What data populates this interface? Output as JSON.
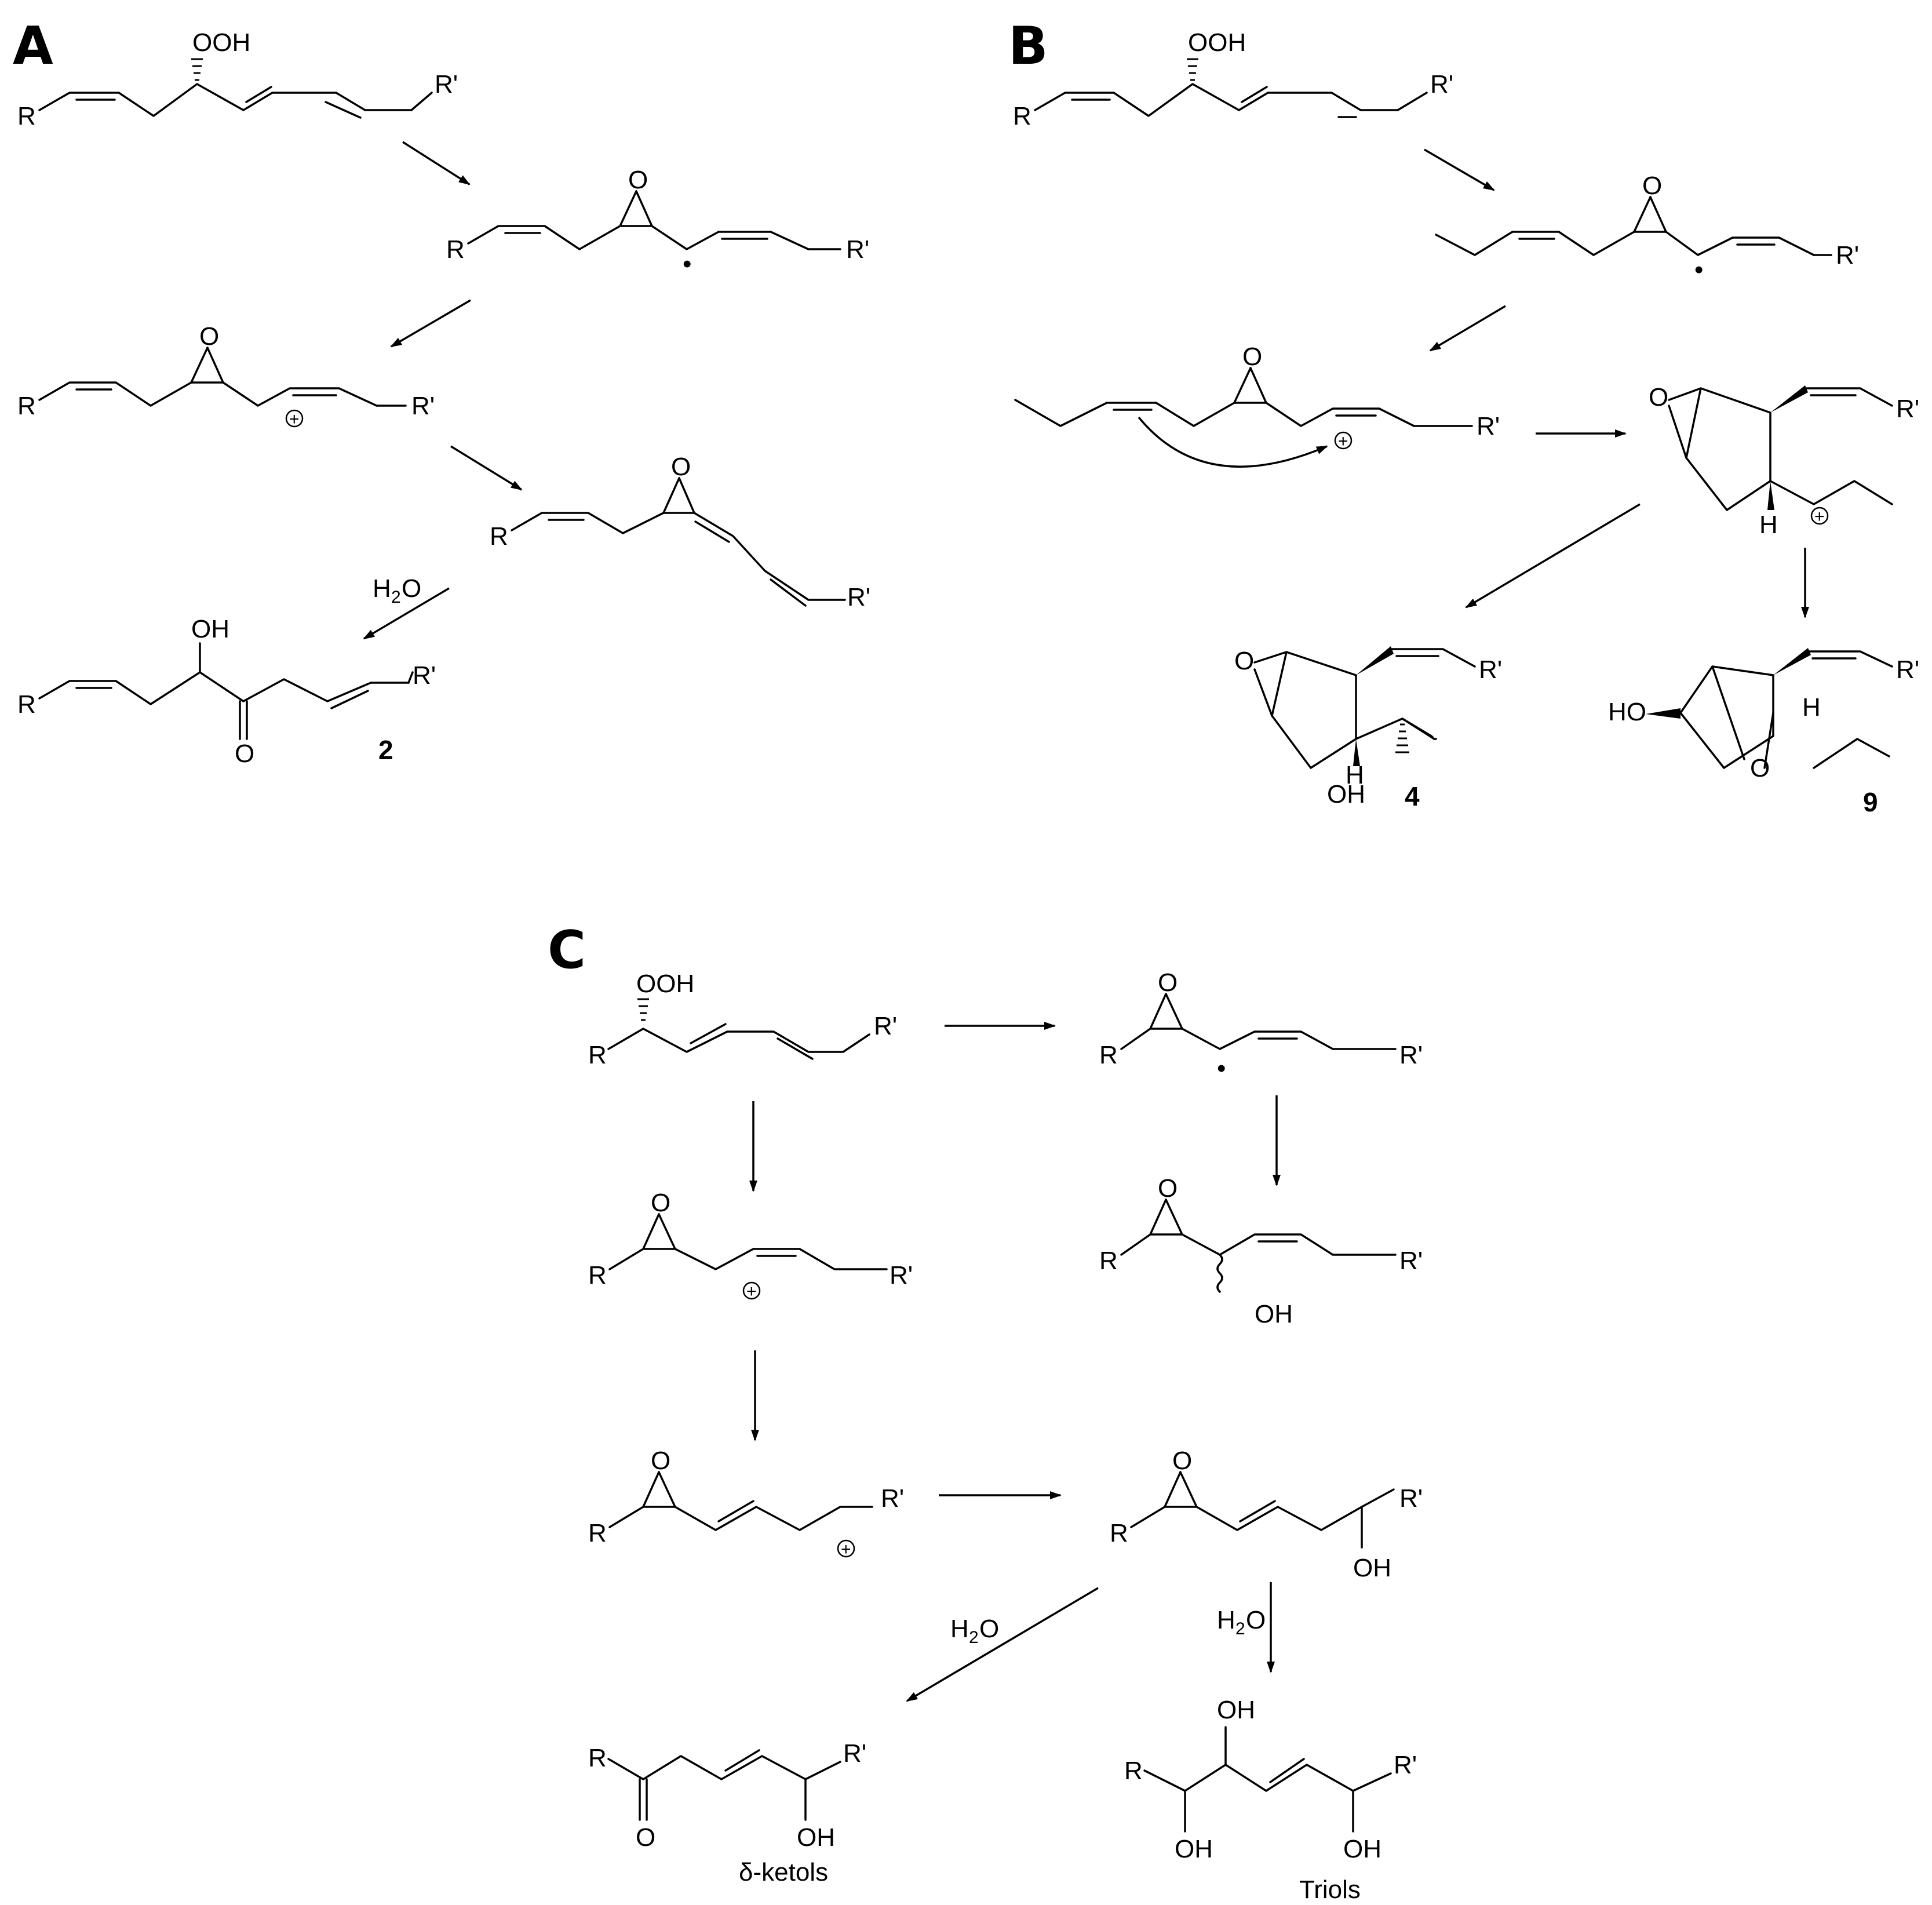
{
  "panels": {
    "a": "A",
    "b": "B",
    "c": "C"
  },
  "atoms": {
    "R": "R",
    "Rp": "R'",
    "OOH": "OOH",
    "OH": "OH",
    "O": "O",
    "H": "H",
    "HO": "HO",
    "H2O_H": "H",
    "H2O_2": "2",
    "H2O_O": "O",
    "plus": "+",
    "dot": "•"
  },
  "compounds": {
    "c2": "2",
    "c4": "4",
    "c9": "9"
  },
  "captions": {
    "ketols": "δ-ketols",
    "triols": "Triols"
  }
}
